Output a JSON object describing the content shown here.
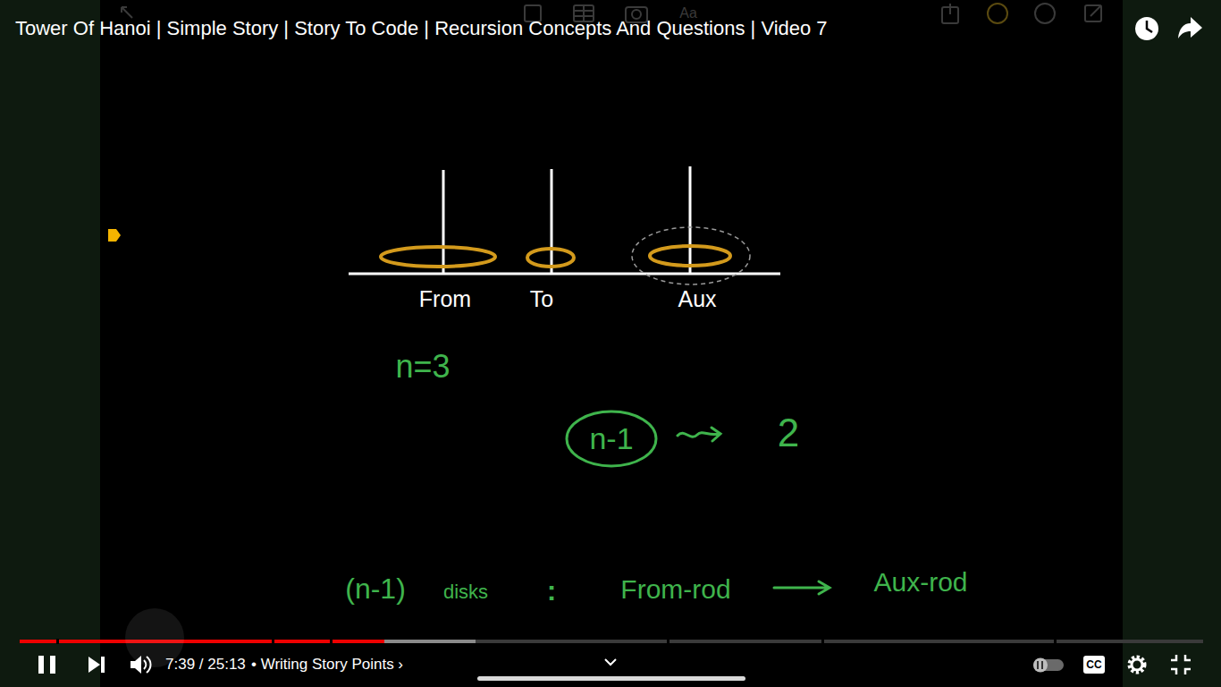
{
  "diagram": {
    "title": "Tower Of Hanoi | Simple Story | Story To Code | Recursion Concepts And Questions | Video 7",
    "nodes": [
      {
        "text": [
          "n-1"
        ]
      }
    ],
    "labels": [
      "Aa",
      "From",
      "To",
      "Aux",
      "n=3",
      "2",
      "(n-1)",
      "disks",
      ":",
      "From-rod",
      "Aux-rod",
      "7:39 / 25:13",
      "• Writing Story Points ›",
      "CC"
    ]
  }
}
